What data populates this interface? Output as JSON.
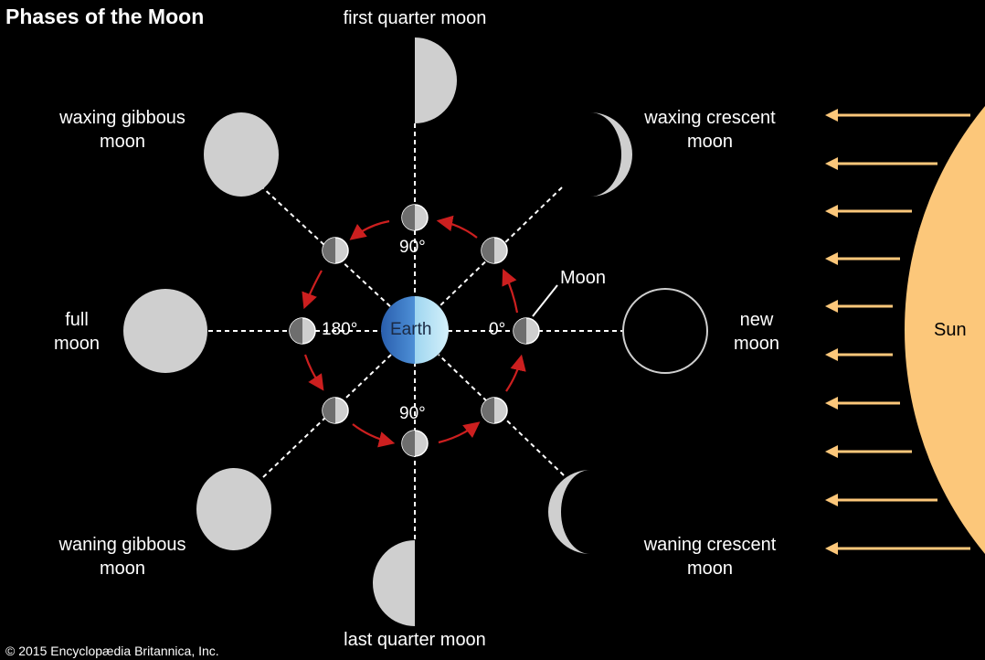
{
  "title": "Phases of the Moon",
  "credit": "© 2015 Encyclopædia Britannica, Inc.",
  "phases": {
    "first_quarter": {
      "line1": "first quarter moon"
    },
    "waxing_crescent": {
      "line1": "waxing crescent",
      "line2": "moon"
    },
    "new_moon": {
      "line1": "new",
      "line2": "moon"
    },
    "waning_crescent": {
      "line1": "waning crescent",
      "line2": "moon"
    },
    "last_quarter": {
      "line1": "last quarter moon"
    },
    "waning_gibbous": {
      "line1": "waning gibbous",
      "line2": "moon"
    },
    "full_moon": {
      "line1": "full",
      "line2": "moon"
    },
    "waxing_gibbous": {
      "line1": "waxing gibbous",
      "line2": "moon"
    }
  },
  "labels": {
    "earth": "Earth",
    "sun": "Sun",
    "moon": "Moon",
    "deg_0": "0°",
    "deg_90_top": "90°",
    "deg_90_bottom": "90°",
    "deg_180": "180°"
  },
  "colors": {
    "background": "#000000",
    "moon_lit": "#cfcfcf",
    "moon_dark": "#6e6e6e",
    "orbit_arrow": "#cc1f1f",
    "sun": "#fcc77a",
    "sunlight_arrow": "#fcc77a",
    "earth_dark": "#2f6fbf",
    "earth_light": "#b6e2f5",
    "guide_line": "#ffffff"
  }
}
